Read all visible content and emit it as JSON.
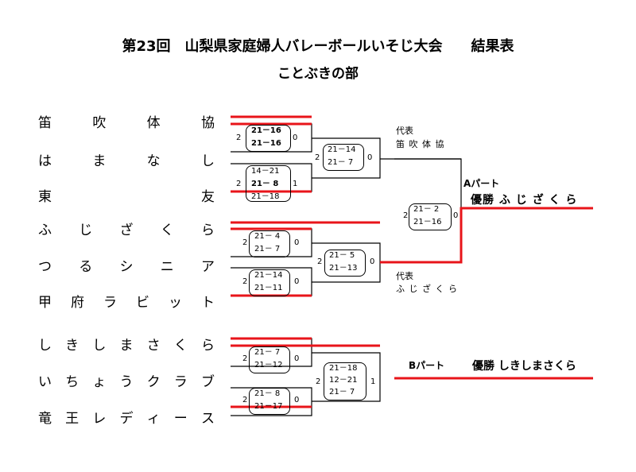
{
  "header": {
    "title": "第23回　山梨県家庭婦人バレーボールいそじ大会　　結果表",
    "subtitle": "ことぶきの部"
  },
  "teams": [
    {
      "chars": [
        "笛",
        "吹",
        "体",
        "協"
      ]
    },
    {
      "chars": [
        "は",
        "ま",
        "な",
        "し"
      ]
    },
    {
      "chars": [
        "東",
        "友"
      ]
    },
    {
      "chars": [
        "ふ",
        "じ",
        "ざ",
        "く",
        "ら"
      ]
    },
    {
      "chars": [
        "つ",
        "る",
        "シ",
        "ニ",
        "ア"
      ]
    },
    {
      "chars": [
        "甲",
        "府",
        "ラ",
        "ビ",
        "ッ",
        "ト"
      ]
    },
    {
      "chars": [
        "し",
        "き",
        "し",
        "ま",
        "さ",
        "く",
        "ら"
      ]
    },
    {
      "chars": [
        "い",
        "ち",
        "ょ",
        "う",
        "ク",
        "ラ",
        "ブ"
      ]
    },
    {
      "chars": [
        "竜",
        "王",
        "レ",
        "デ",
        "ィ",
        "ー",
        "ス"
      ]
    }
  ],
  "matches": {
    "m1": {
      "left": "2",
      "sets": [
        "21－16",
        "21－16"
      ],
      "right": "0"
    },
    "m2": {
      "left": "2",
      "sets": [
        "14－21",
        "21－ 8",
        "21－18"
      ],
      "right": "1"
    },
    "m3": {
      "left": "2",
      "sets": [
        "21－14",
        "21－ 7"
      ],
      "right": "0"
    },
    "m4": {
      "left": "2",
      "sets": [
        "21－ 4",
        "21－ 7"
      ],
      "right": "0"
    },
    "m5": {
      "left": "2",
      "sets": [
        "21－14",
        "21－11"
      ],
      "right": "0"
    },
    "m6": {
      "left": "2",
      "sets": [
        "21－ 5",
        "21－13"
      ],
      "right": "0"
    },
    "m7": {
      "left": "2",
      "sets": [
        "21－ 2",
        "21－16"
      ],
      "right": "0"
    },
    "m8": {
      "left": "2",
      "sets": [
        "21－ 7",
        "21－12"
      ],
      "right": "0"
    },
    "m9": {
      "left": "2",
      "sets": [
        "21－ 8",
        "21－17"
      ],
      "right": "0"
    },
    "m10": {
      "left": "2",
      "sets": [
        "21－18",
        "12－21",
        "21－ 7"
      ],
      "right": "1"
    }
  },
  "rep1": {
    "label": "代表",
    "team": "笛 吹 体 協"
  },
  "rep2": {
    "label": "代表",
    "team": "ふ じ ざ く ら"
  },
  "partA": {
    "label": "Aパート",
    "result": "優勝 ふ じ ざ く ら"
  },
  "partB": {
    "label": "Bパート",
    "result": "優勝 しきしまさくら"
  },
  "colors": {
    "winner_line": "#e8141a",
    "line": "#000000"
  }
}
